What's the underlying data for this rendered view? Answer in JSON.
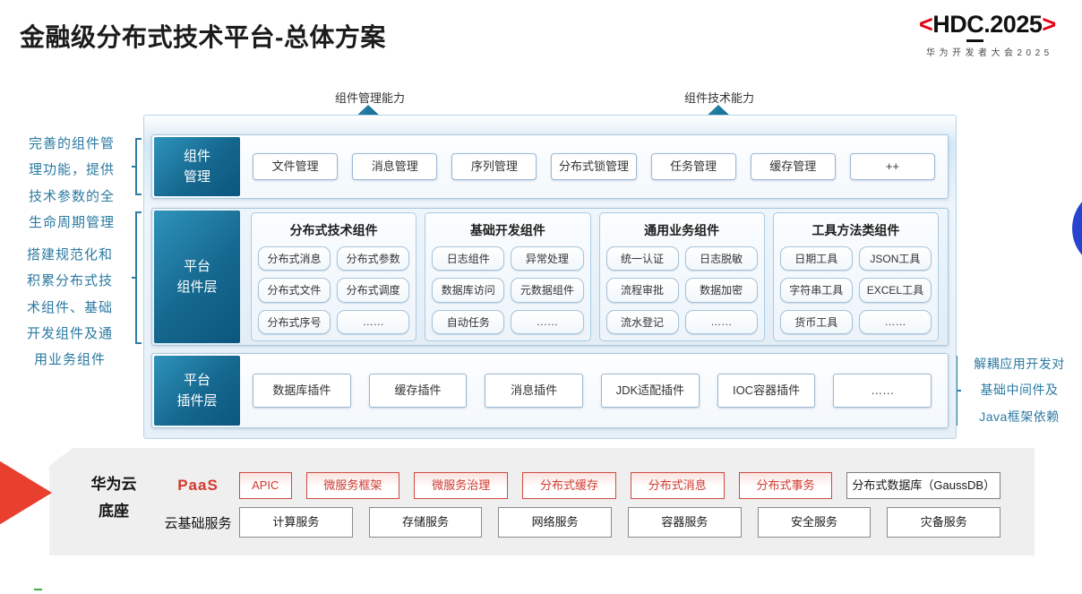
{
  "title": "金融级分布式技术平台-总体方案",
  "logo": {
    "bracket_left": "<",
    "part1": "HD",
    "part2_underlined": "C",
    "part3": ".2025",
    "bracket_right": ">",
    "subtitle": "华为开发者大会2025"
  },
  "arrows": [
    {
      "label": "组件管理能力"
    },
    {
      "label": "组件技术能力"
    }
  ],
  "annotations": {
    "left_top": "完善的组件管理功能，提供技术参数的全生命周期管理",
    "left_bottom": "搭建规范化和积累分布式技术组件、基础开发组件及通用业务组件",
    "right": "解耦应用开发对基础中间件及Java框架依赖"
  },
  "platform": {
    "rows": [
      {
        "label_line1": "组件",
        "label_line2": "管理",
        "items": [
          "文件管理",
          "消息管理",
          "序列管理",
          "分布式锁管理",
          "任务管理",
          "缓存管理",
          "++"
        ]
      },
      {
        "label_line1": "平台",
        "label_line2": "组件层",
        "columns": [
          {
            "header": "分布式技术组件",
            "items": [
              "分布式消息",
              "分布式参数",
              "分布式文件",
              "分布式调度",
              "分布式序号",
              "……"
            ]
          },
          {
            "header": "基础开发组件",
            "items": [
              "日志组件",
              "异常处理",
              "数据库访问",
              "元数据组件",
              "自动任务",
              "……"
            ]
          },
          {
            "header": "通用业务组件",
            "items": [
              "统一认证",
              "日志脱敏",
              "流程审批",
              "数据加密",
              "流水登记",
              "……"
            ]
          },
          {
            "header": "工具方法类组件",
            "items": [
              "日期工具",
              "JSON工具",
              "字符串工具",
              "EXCEL工具",
              "货币工具",
              "……"
            ]
          }
        ]
      },
      {
        "label_line1": "平台",
        "label_line2": "插件层",
        "items": [
          "数据库插件",
          "缓存插件",
          "消息插件",
          "JDK适配插件",
          "IOC容器插件",
          "……"
        ]
      }
    ]
  },
  "foundation": {
    "label_line1": "华为云",
    "label_line2": "底座",
    "paas": {
      "label": "PaaS",
      "items": [
        "APIC",
        "微服务框架",
        "微服务治理",
        "分布式缓存",
        "分布式消息",
        "分布式事务"
      ],
      "neutral_item": "分布式数据库（GaussDB）"
    },
    "cloud": {
      "label": "云基础服务",
      "items": [
        "计算服务",
        "存储服务",
        "网络服务",
        "容器服务",
        "安全服务",
        "灾备服务"
      ]
    }
  },
  "colors": {
    "teal_dark": "#0b567e",
    "teal_light": "#2f93bb",
    "annotation_teal": "#2b7aa1",
    "red_accent": "#d6382c",
    "logo_red": "#e60012",
    "panel_gray": "#efefef",
    "blue_circle": "#2744d0"
  }
}
